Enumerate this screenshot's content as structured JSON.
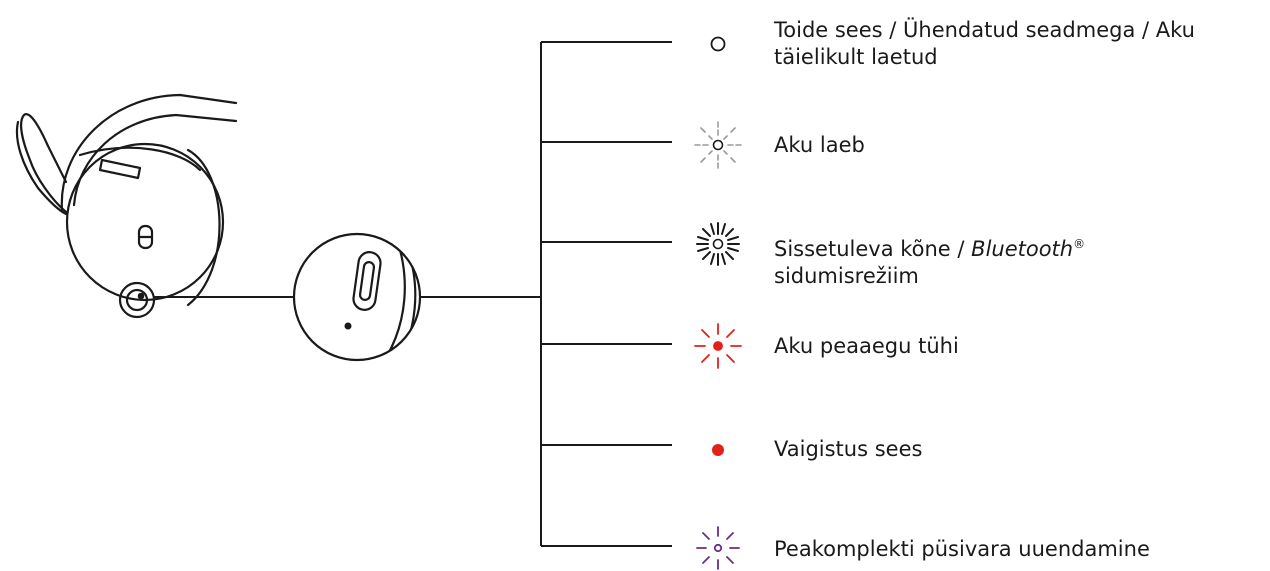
{
  "legend": {
    "items": [
      {
        "id": "power",
        "parts": [
          {
            "text": "Toide sees / Ühendatud seadmega / Aku"
          }
        ],
        "line2": "täielikult laetud",
        "icon": "led-solid-white-icon",
        "color": "#1a1a1a"
      },
      {
        "id": "charging",
        "parts": [
          {
            "text": "Aku laeb"
          }
        ],
        "line2": "",
        "icon": "led-pulsing-white-icon",
        "color": "#9a9a9a"
      },
      {
        "id": "pairing",
        "parts": [
          {
            "text": "Sissetuleva kõne / "
          },
          {
            "text": "Bluetooth",
            "italic": true
          },
          {
            "text": "®",
            "sup": true
          }
        ],
        "line2": "sidumisrežiim",
        "icon": "led-fast-blinking-white-icon",
        "color": "#1a1a1a"
      },
      {
        "id": "battery-low",
        "parts": [
          {
            "text": "Aku peaaegu tühi"
          }
        ],
        "line2": "",
        "icon": "led-blinking-red-icon",
        "color": "#e32119"
      },
      {
        "id": "mute",
        "parts": [
          {
            "text": "Vaigistus sees"
          }
        ],
        "line2": "",
        "icon": "led-solid-red-icon",
        "color": "#e32119"
      },
      {
        "id": "firmware",
        "parts": [
          {
            "text": "Peakomplekti püsivara uuendamine"
          }
        ],
        "line2": "",
        "icon": "led-blinking-purple-icon",
        "color": "#6b2c8e"
      }
    ]
  }
}
